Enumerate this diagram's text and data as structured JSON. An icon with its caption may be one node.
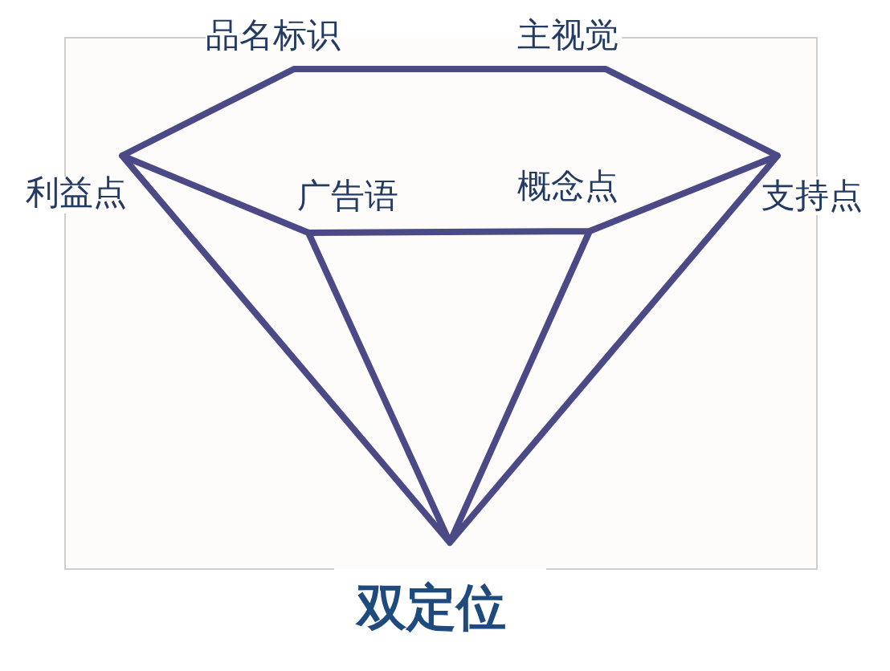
{
  "diagram": {
    "labels": [
      "品名标识",
      "主视觉",
      "利益点",
      "广告语",
      "概念点",
      "支持点",
      "双定位"
    ]
  }
}
